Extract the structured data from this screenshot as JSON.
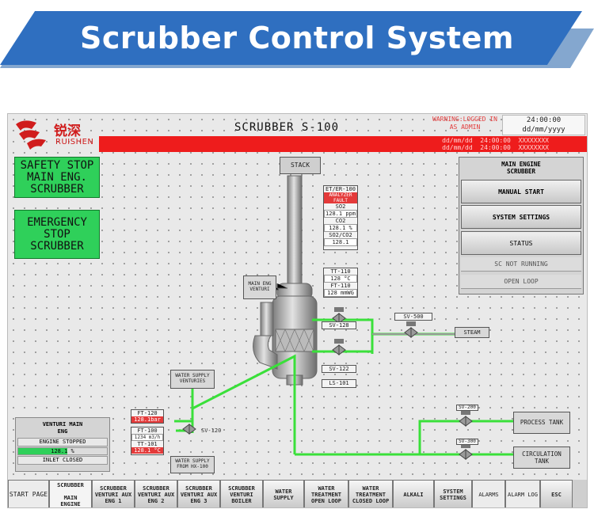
{
  "banner": {
    "title": "Scrubber Control System"
  },
  "header": {
    "logo_cn": "锐深",
    "logo_en": "RUISHEN",
    "title": "SCRUBBER S-100",
    "warning": "WARNING:LOGGED IN AS ADMIN",
    "time": "24:00:00",
    "date": "dd/mm/yyyy",
    "alarm_lines": "dd/mm/dd  24:00:00  XXXXXXXX\ndd/mm/dd  24:00:00  XXXXXXXX"
  },
  "left_buttons": {
    "safety_stop": "SAFETY STOP MAIN ENG. SCRUBBER",
    "emergency_stop": "EMERGENCY STOP SCRUBBER"
  },
  "right_panel": {
    "title": "MAIN ENGINE SCRUBBER",
    "manual_start": "MANUAL START",
    "system_settings": "SYSTEM SETTINGS",
    "status": "STATUS",
    "status_running": "SC NOT RUNNING",
    "status_loop": "OPEN LOOP"
  },
  "diagram": {
    "stack": "STACK",
    "et_title": "ET/ER-100",
    "et_fault": "ANALYZER FAULT",
    "so2_label": "SO2",
    "so2_value": "128.1 ppm",
    "co2_label": "CO2",
    "co2_value": "128.1 %",
    "ratio_label": "SO2/CO2",
    "ratio_value": "128.1",
    "tt110_label": "TT-110",
    "tt110_value": "128 °C",
    "ft110_label": "FT-110",
    "ft110_value": "128 mmWG",
    "main_eng_venturi": "MAIN ENG VENTURI",
    "sv128": "SV-128",
    "sv500": "SV-500",
    "steam": "STEAM",
    "sv122": "SV-122",
    "ls101": "LS-101",
    "water_supply_venturies": "WATER SUPPLY VENTURIES",
    "ft120_label": "FT-120",
    "ft120_value": "128.1bar",
    "ft100_label": "FT-100",
    "ft100_value": "1234 m3/h",
    "tt101_label": "TT-101",
    "tt101_value": "128.1 °C",
    "sv120": "SV-120",
    "water_supply_hx": "WATER SUPPLY FROM HX-100",
    "sv200": "SV-200",
    "sv300": "SV-300",
    "process_tank": "PROCESS TANK",
    "circulation_tank": "CIRCULATION TANK"
  },
  "venturi_panel": {
    "title": "VENTURI MAIN ENG",
    "engine_stopped": "ENGINE STOPPED",
    "value": "128.1 %",
    "level_fraction": 0.55,
    "inlet": "INLET CLOSED"
  },
  "nav": [
    {
      "label": "START PAGE"
    },
    {
      "label": "SCRUBBER\n\nMAIN\nENGINE"
    },
    {
      "label": "SCRUBBER VENTURI AUX ENG 1"
    },
    {
      "label": "SCRUBBER VENTURI AUX ENG 2"
    },
    {
      "label": "SCRUBBER VENTURI AUX ENG 3"
    },
    {
      "label": "SCRUBBER VENTURI BOILER"
    },
    {
      "label": "WATER SUPPLY"
    },
    {
      "label": "WATER TREATMENT OPEN LOOP"
    },
    {
      "label": "WATER TREATMENT CLOSED LOOP"
    },
    {
      "label": "ALKALI"
    },
    {
      "label": "SYSTEM SETTINGS"
    },
    {
      "label": "ALARMS"
    },
    {
      "label": "ALARM LOG"
    },
    {
      "label": "ESC"
    }
  ],
  "colors": {
    "banner": "#2f6fc0",
    "alarm_red": "#ee1c1c",
    "green_button": "#2fd05a",
    "pipe_green": "#3ae03a"
  }
}
